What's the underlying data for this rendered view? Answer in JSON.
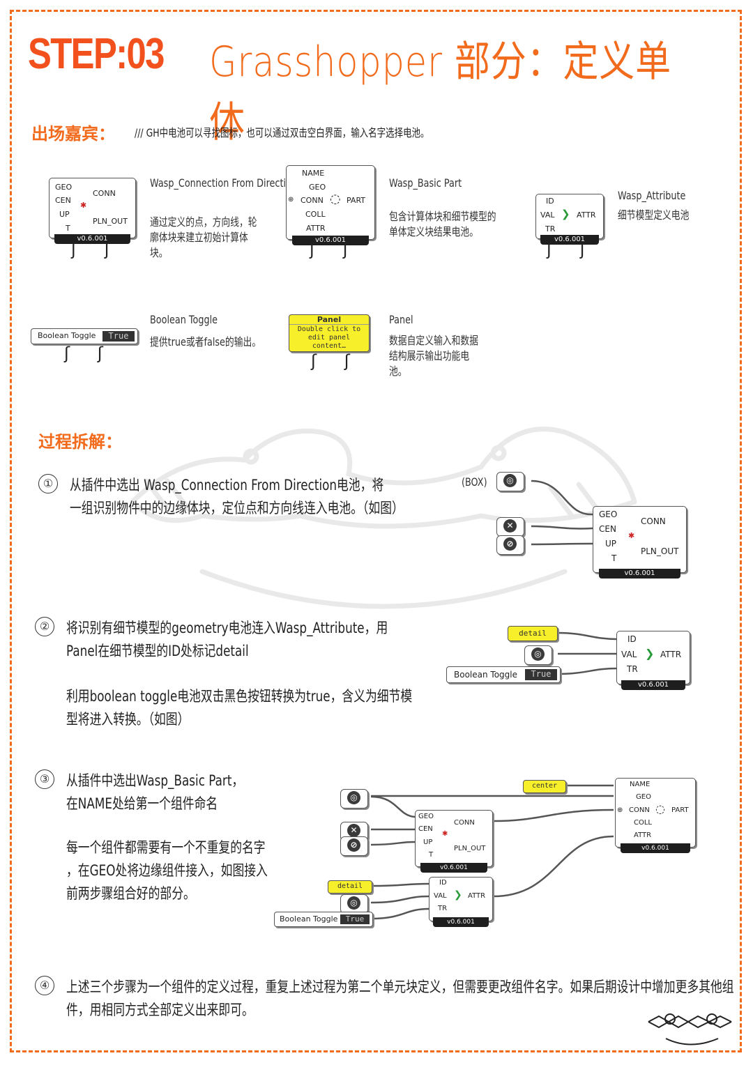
{
  "header": {
    "step": "STEP:03",
    "title": "Grasshopper 部分：定义单体"
  },
  "cast": {
    "heading": "出场嘉宾：",
    "note": "/// GH中电池可以寻找图标，也可以通过双击空白界面，输入名字选择电池。",
    "items": [
      {
        "name": "Wasp_Connection From Direction",
        "desc": "通过定义的点，方向线，轮廓体块来建立初始计算体块。"
      },
      {
        "name": "Wasp_Basic Part",
        "desc": "包含计算体块和细节模型的单体定义块结果电池。"
      },
      {
        "name": "Wasp_Attribute",
        "desc": "细节模型定义电池"
      },
      {
        "name": "Boolean Toggle",
        "desc": "提供true或者false的输出。"
      },
      {
        "name": "Panel",
        "desc": "数据自定义输入和数据结构展示输出功能电池。"
      }
    ]
  },
  "components": {
    "version": "v0.6.001",
    "conn_inputs": [
      "GEO",
      "CEN",
      "UP",
      "T"
    ],
    "conn_outputs": [
      "CONN",
      "PLN_OUT"
    ],
    "part_inputs": [
      "NAME",
      "GEO",
      "CONN",
      "COLL",
      "ATTR"
    ],
    "part_output": "PART",
    "attr_inputs": [
      "ID",
      "VAL",
      "TR"
    ],
    "attr_output": "ATTR",
    "toggle_label": "Boolean Toggle",
    "toggle_value": "True",
    "panel_title": "Panel",
    "panel_content": "Double click to edit panel content…",
    "panel_detail": "detail",
    "panel_center": "center",
    "box_label": "(BOX)"
  },
  "process": {
    "heading": "过程拆解：",
    "steps": [
      {
        "num": "①",
        "lines": [
          "从插件中选出 Wasp_Connection From Direction电池，将",
          "一组识别物件中的边缘体块，定位点和方向线连入电池。（如图）"
        ]
      },
      {
        "num": "②",
        "lines": [
          "将识别有细节模型的geometry电池连入Wasp_Attribute，用",
          "Panel在细节模型的ID处标记detail",
          "利用boolean toggle电池双击黑色按钮转换为true，含义为细节模",
          "型将进入转换。（如图）"
        ]
      },
      {
        "num": "③",
        "lines": [
          "从插件中选出Wasp_Basic Part，",
          "在NAME处给第一个组件命名",
          "每一个组件都需要有一个不重复的名字",
          "，在GEO处将边缘组件接入，如图接入",
          "前两步骤组合好的部分。"
        ]
      },
      {
        "num": "④",
        "lines": [
          "上述三个步骤为一个组件的定义过程，重复上述过程为第二个单元块定义，但需要更改组件名字。如果后期设计中增加更多其他组",
          "件，用相同方式全部定义出来即可。"
        ]
      }
    ]
  },
  "colors": {
    "accent": "#f26a1b",
    "step": "#f2501d",
    "panel_yellow": "#f7ef2a"
  }
}
